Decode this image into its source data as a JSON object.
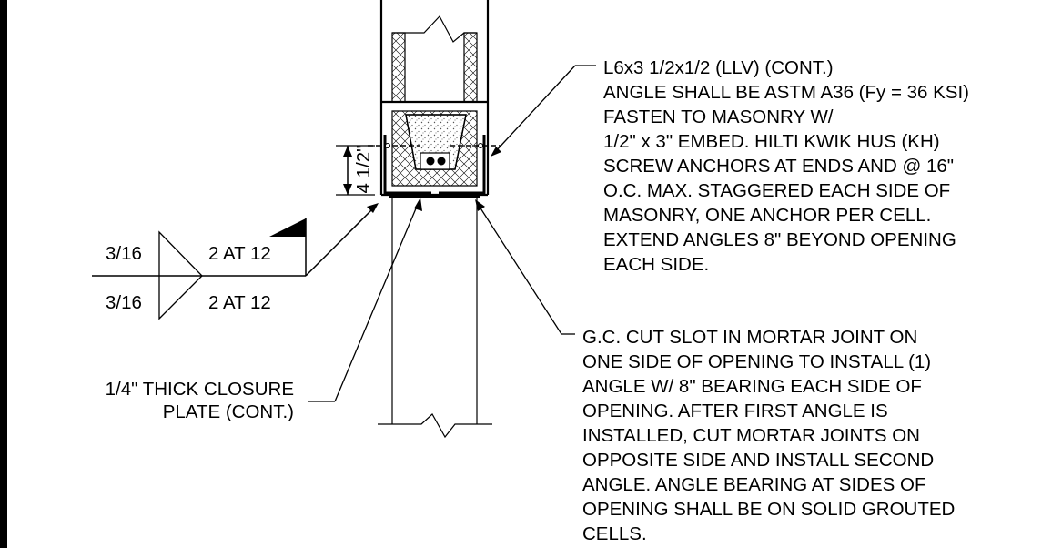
{
  "weld_symbol": {
    "size_top": "3/16",
    "pitch_top": "2 AT 12",
    "size_bottom": "3/16",
    "pitch_bottom": "2 AT 12"
  },
  "dimension": {
    "value": "4 1/2\""
  },
  "closure_plate_note": {
    "line1": "1/4\" THICK CLOSURE",
    "line2": "PLATE (CONT.)"
  },
  "angle_note": {
    "lines": [
      "L6x3 1/2x1/2 (LLV) (CONT.)",
      "ANGLE SHALL BE ASTM A36 (Fy = 36 KSI)",
      "FASTEN TO MASONRY W/",
      "1/2\" x 3\" EMBED. HILTI KWIK HUS (KH)",
      "SCREW ANCHORS AT ENDS AND @ 16\"",
      "O.C. MAX. STAGGERED EACH SIDE OF",
      "MASONRY, ONE ANCHOR PER CELL.",
      "EXTEND ANGLES 8\" BEYOND OPENING",
      "EACH SIDE."
    ]
  },
  "slot_note": {
    "lines": [
      "G.C. CUT SLOT IN MORTAR JOINT ON",
      "ONE SIDE OF OPENING TO INSTALL (1)",
      "ANGLE W/ 8\" BEARING EACH SIDE OF",
      "OPENING. AFTER FIRST ANGLE IS",
      "INSTALLED, CUT MORTAR JOINTS ON",
      "OPPOSITE SIDE AND INSTALL SECOND",
      "ANGLE. ANGLE BEARING AT SIDES OF",
      "OPENING SHALL BE ON SOLID GROUTED",
      "CELLS."
    ]
  }
}
